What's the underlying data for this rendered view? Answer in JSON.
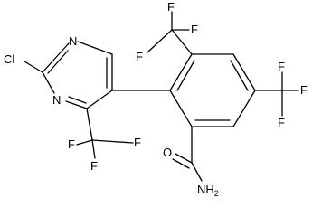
{
  "molecule": {
    "atoms": {
      "cl": "Cl",
      "n_top": "N",
      "n_mid": "N",
      "amide_o": "O",
      "amide_nh": "NH",
      "amide_nh_sub": "2",
      "f": "F"
    },
    "colors": {
      "bond": "#000000",
      "label": "#000000",
      "background": "#ffffff"
    }
  }
}
